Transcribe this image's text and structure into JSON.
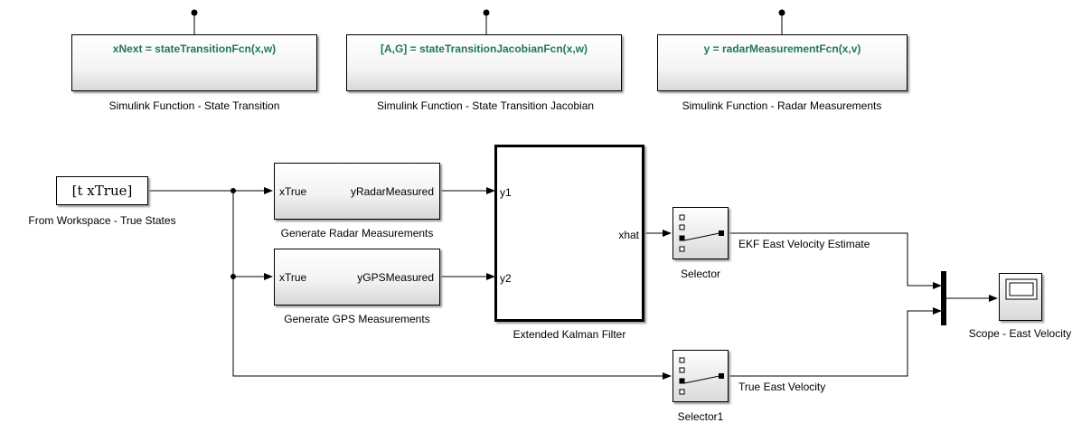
{
  "functions": [
    {
      "signature": "xNext = stateTransitionFcn(x,w)",
      "label": "Simulink Function - State Transition"
    },
    {
      "signature": "[A,G] = stateTransitionJacobianFcn(x,w)",
      "label": "Simulink Function - State Transition Jacobian"
    },
    {
      "signature": "y = radarMeasurementFcn(x,v)",
      "label": "Simulink Function - Radar Measurements"
    }
  ],
  "from_workspace": {
    "expression": "[t xTrue]",
    "label": "From Workspace - True States"
  },
  "radar_block": {
    "in_port": "xTrue",
    "out_port": "yRadarMeasured",
    "label": "Generate Radar Measurements"
  },
  "gps_block": {
    "in_port": "xTrue",
    "out_port": "yGPSMeasured",
    "label": "Generate GPS Measurements"
  },
  "ekf": {
    "in1": "y1",
    "in2": "y2",
    "out": "xhat",
    "label": "Extended Kalman Filter"
  },
  "selector": {
    "label": "Selector"
  },
  "selector1": {
    "label": "Selector1"
  },
  "signals": {
    "ekf_estimate": "EKF East Velocity Estimate",
    "true_velocity": "True East Velocity"
  },
  "scope": {
    "label": "Scope - East Velocity"
  },
  "colors": {
    "signature_text": "#1f7a52",
    "wire": "#000000"
  }
}
